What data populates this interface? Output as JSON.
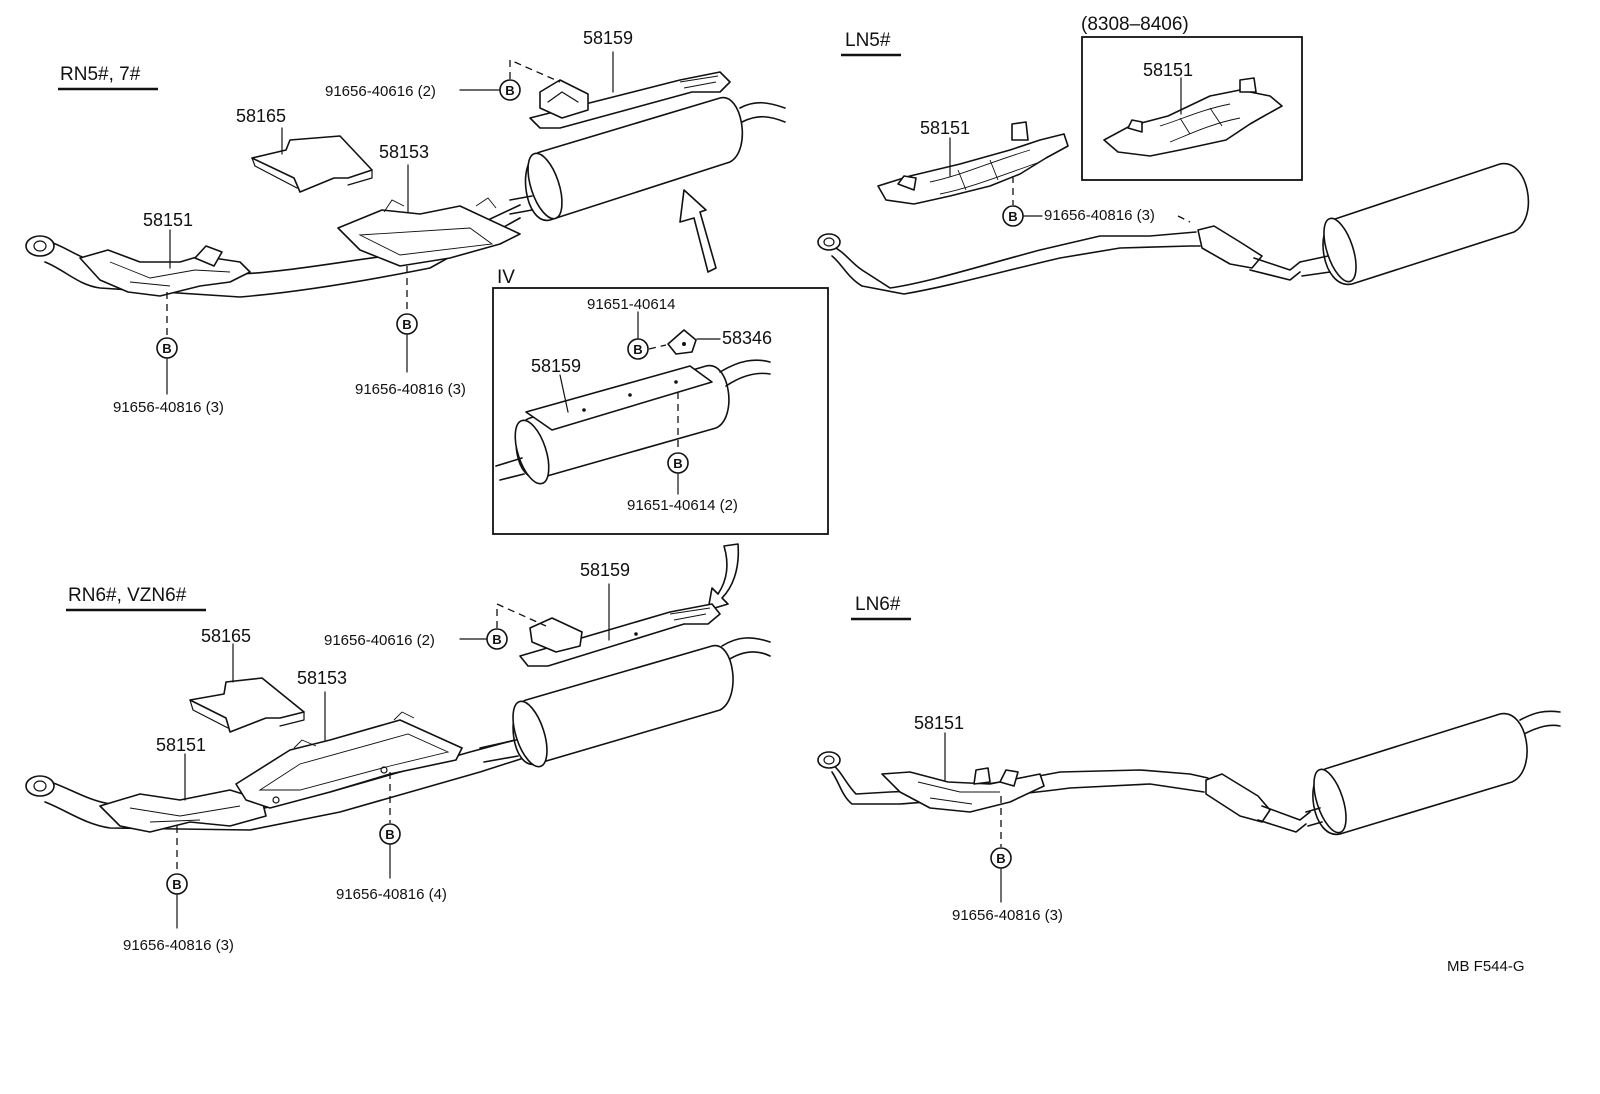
{
  "sections": {
    "rn5": {
      "title": "RN5#, 7#"
    },
    "rn6": {
      "title": "RN6#, VZN6#"
    },
    "ln5": {
      "title": "LN5#"
    },
    "ln6": {
      "title": "LN6#"
    },
    "detail_iv": {
      "title": "IV"
    },
    "date_box": {
      "title": "(8308–8406)"
    }
  },
  "fastener_symbol": "B",
  "labels": {
    "rn5_58159": "58159",
    "rn5_bolt_top": "91656-40616 (2)",
    "rn5_58165": "58165",
    "rn5_58153": "58153",
    "rn5_58151": "58151",
    "rn5_bolt_left": "91656-40816 (3)",
    "rn5_bolt_mid": "91656-40816 (3)",
    "iv_91651_top": "91651-40614",
    "iv_58346": "58346",
    "iv_58159": "58159",
    "iv_91651_bottom": "91651-40614 (2)",
    "rn6_58159": "58159",
    "rn6_bolt_top": "91656-40616 (2)",
    "rn6_58165": "58165",
    "rn6_58153": "58153",
    "rn6_58151": "58151",
    "rn6_bolt_mid": "91656-40816 (4)",
    "rn6_bolt_left": "91656-40816 (3)",
    "ln5_58151_box": "58151",
    "ln5_58151": "58151",
    "ln5_bolt": "91656-40816 (3)",
    "ln6_58151": "58151",
    "ln6_bolt": "91656-40816 (3)"
  },
  "figure_code": "MB  F544-G"
}
